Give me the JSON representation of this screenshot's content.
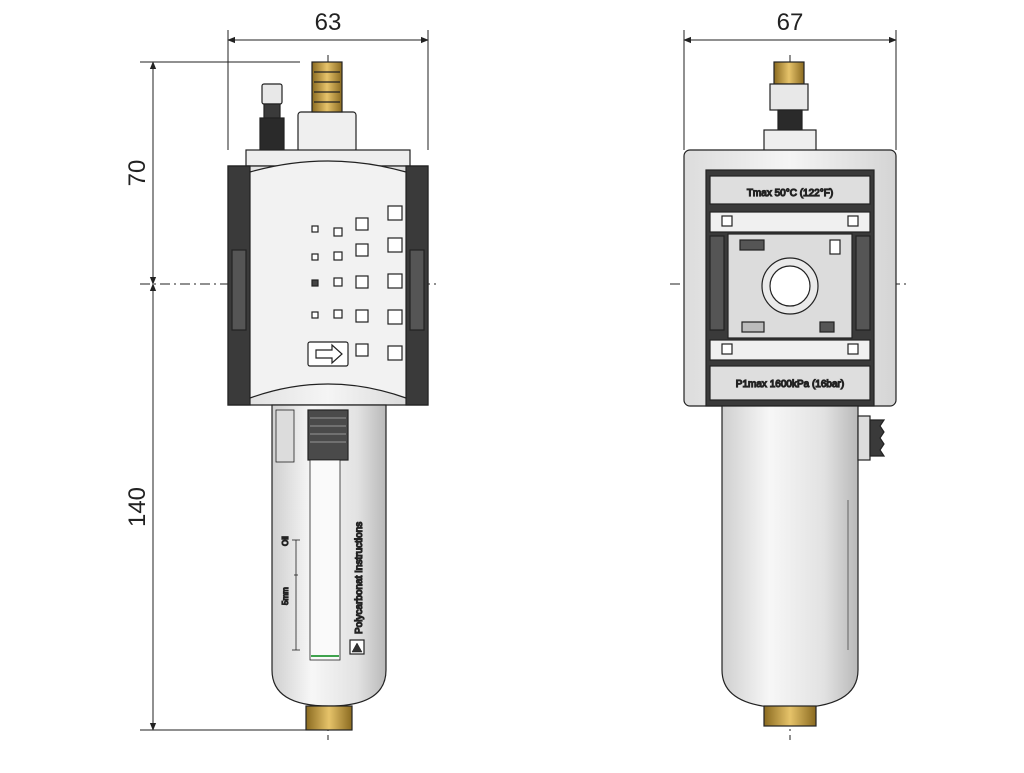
{
  "dimensions": {
    "front_width": "63",
    "side_width": "67",
    "upper_height": "70",
    "lower_height": "140"
  },
  "labels": {
    "tmax": "Tmax 50°C (122°F)",
    "pmax": "P1max 1600kPa (16bar)",
    "bowl_note": "Polycarbonat Instructions",
    "scale_max": "Oil",
    "scale_min": "5mm"
  },
  "colors": {
    "line": "#222222",
    "body_light": "#eeeeee",
    "body_dark": "#3a3a3a",
    "brass": "#c89b3c"
  }
}
